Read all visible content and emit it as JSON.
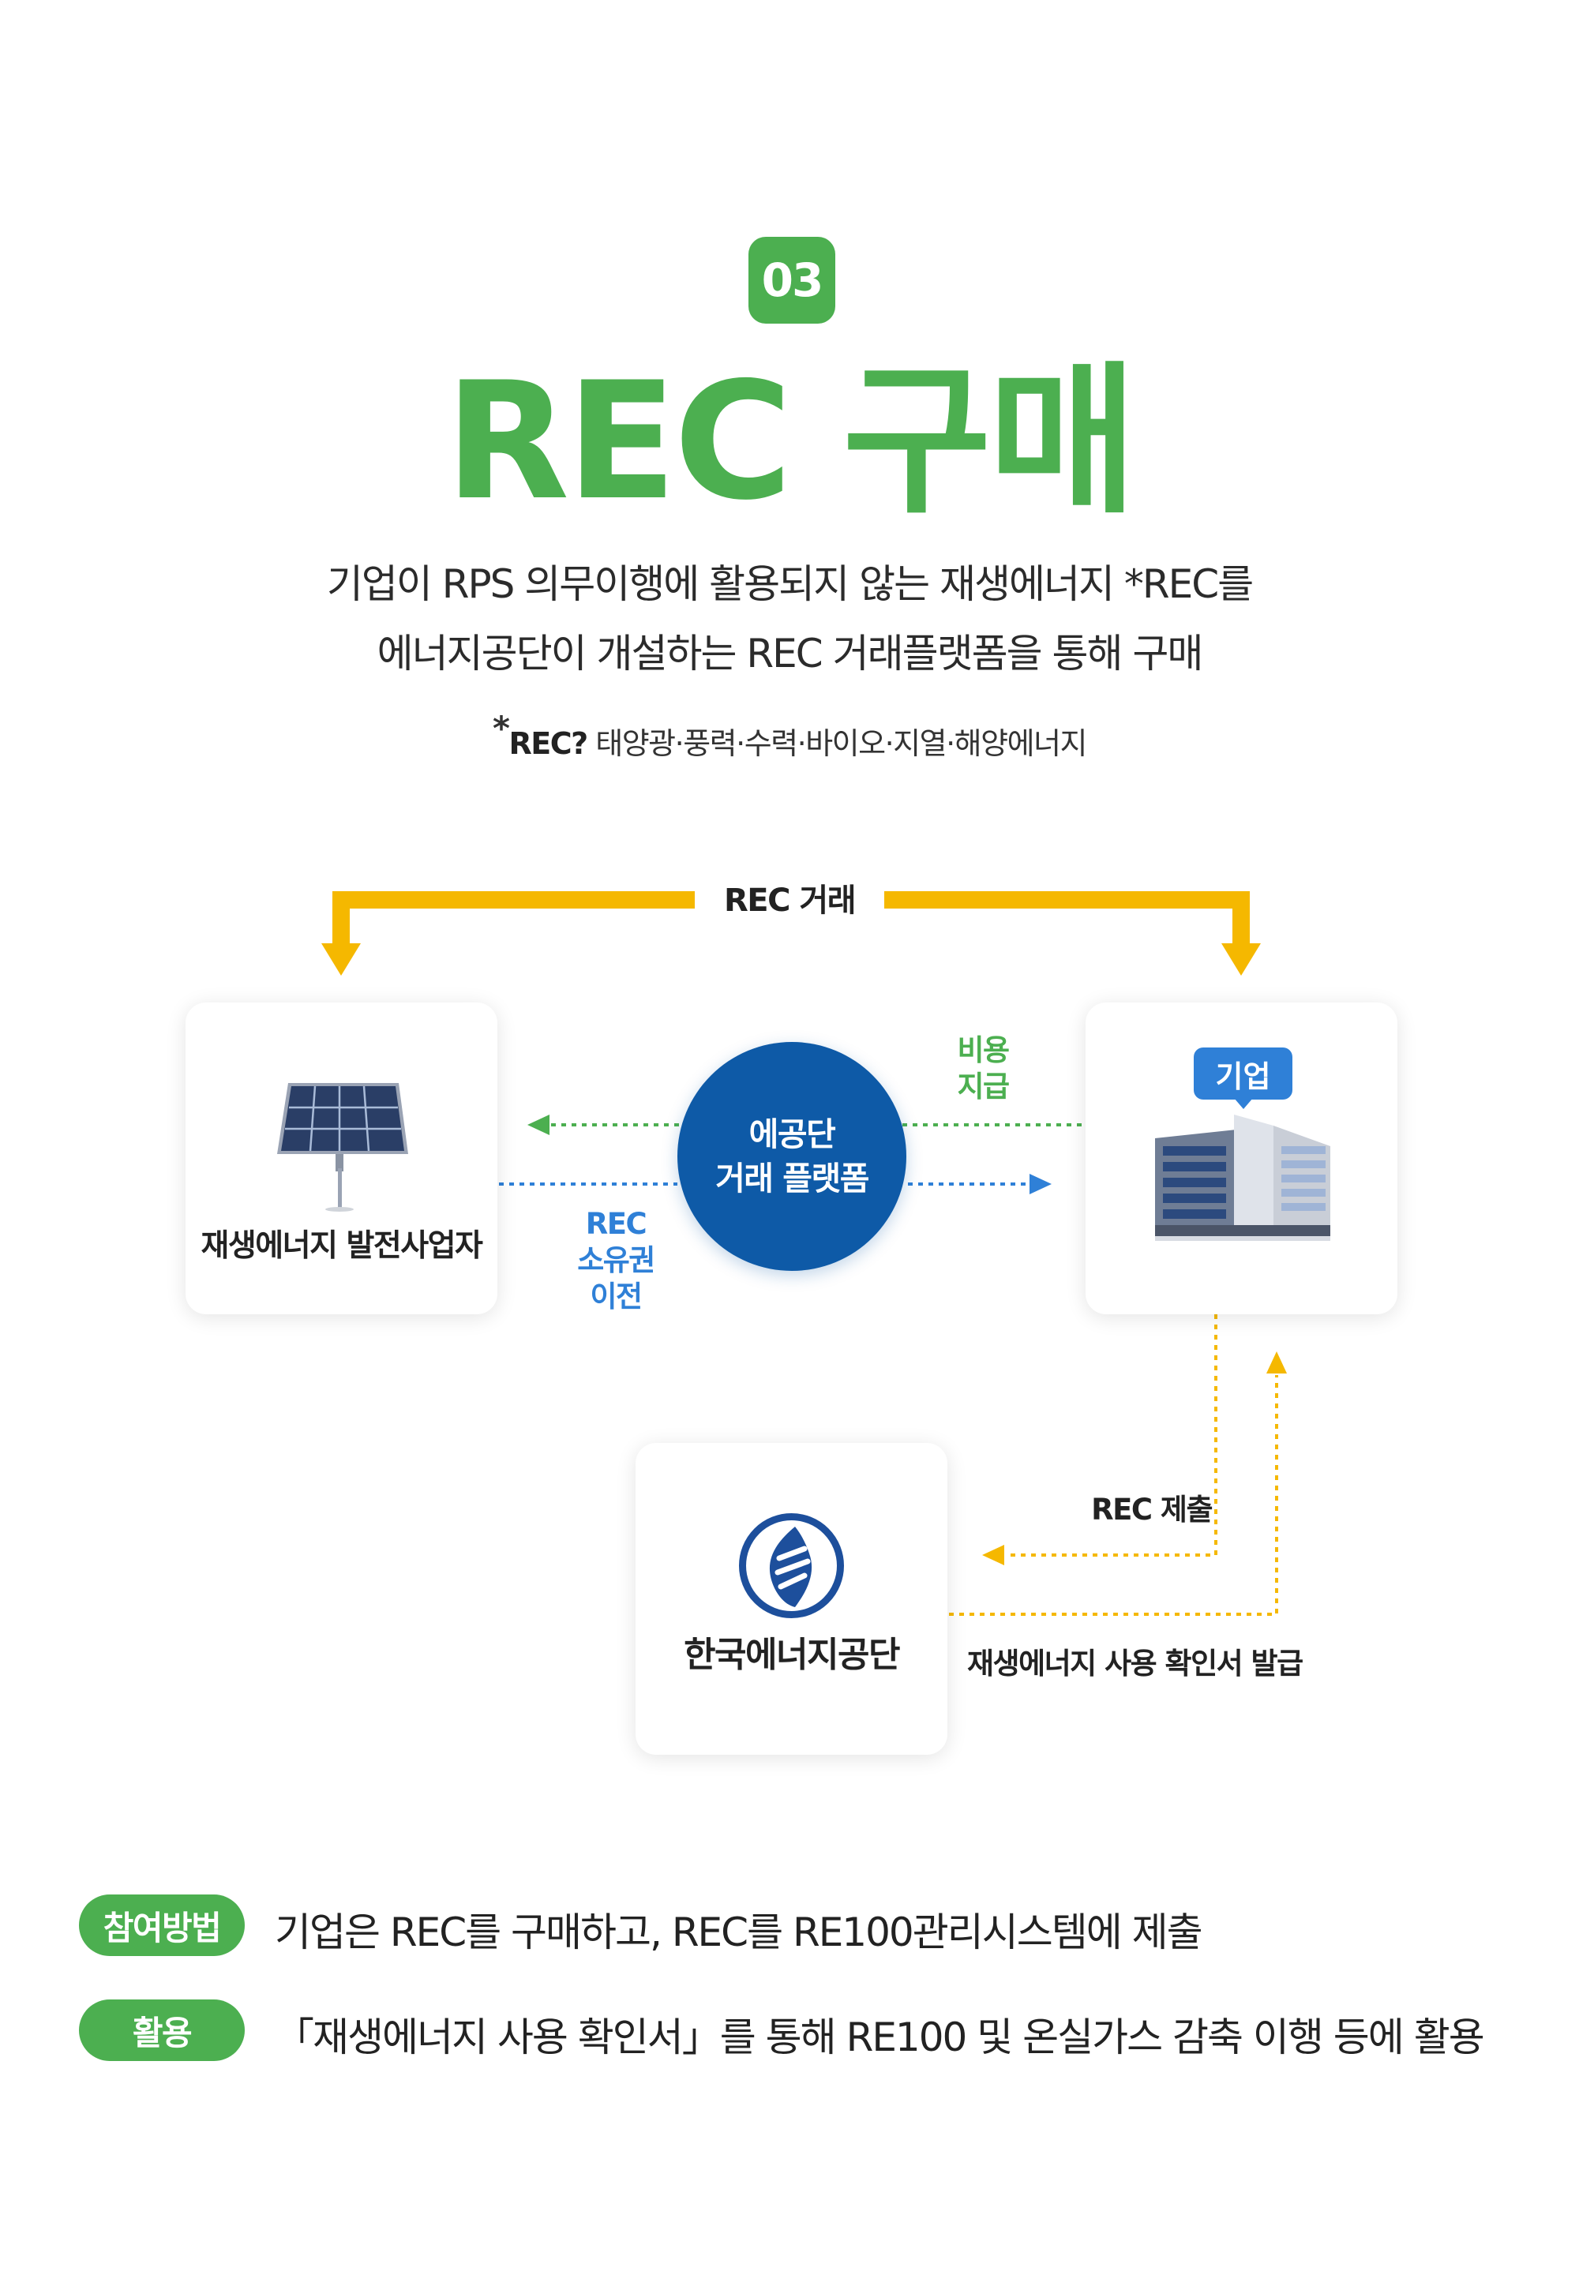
{
  "header": {
    "number": "03",
    "title": "REC 구매",
    "desc_line1": "기업이 RPS 의무이행에 활용되지 않는 재생에너지 *REC를",
    "desc_line2": "에너지공단이 개설하는 REC 거래플랫폼을 통해 구매",
    "note_star": "*",
    "note_term": "REC?",
    "note_text": " 태양광·풍력·수력·바이오·지열·해양에너지"
  },
  "diagram": {
    "rec_trade": "REC 거래",
    "producer_label": "재생에너지 발전사업자",
    "platform_line1": "에공단",
    "platform_line2": "거래 플랫폼",
    "company_tag": "기업",
    "cost_line1": "비용",
    "cost_line2": "지급",
    "rec_transfer_line1": "REC",
    "rec_transfer_line2": "소유권",
    "rec_transfer_line3": "이전",
    "agency_label": "한국에너지공단",
    "rec_submit": "REC 제출",
    "certificate_issue": "재생에너지 사용 확인서 발급"
  },
  "rows": [
    {
      "pill": "참여방법",
      "text": "기업은 REC를 구매하고, REC를 RE100관리시스템에 제출"
    },
    {
      "pill": "활용",
      "text": "「재생에너지 사용 확인서」를 통해 RE100 및 온실가스 감축 이행 등에 활용"
    }
  ],
  "colors": {
    "green": "#4caf50",
    "yellow": "#f5b800",
    "blue": "#2f80d7",
    "navy": "#0e5aa7"
  }
}
